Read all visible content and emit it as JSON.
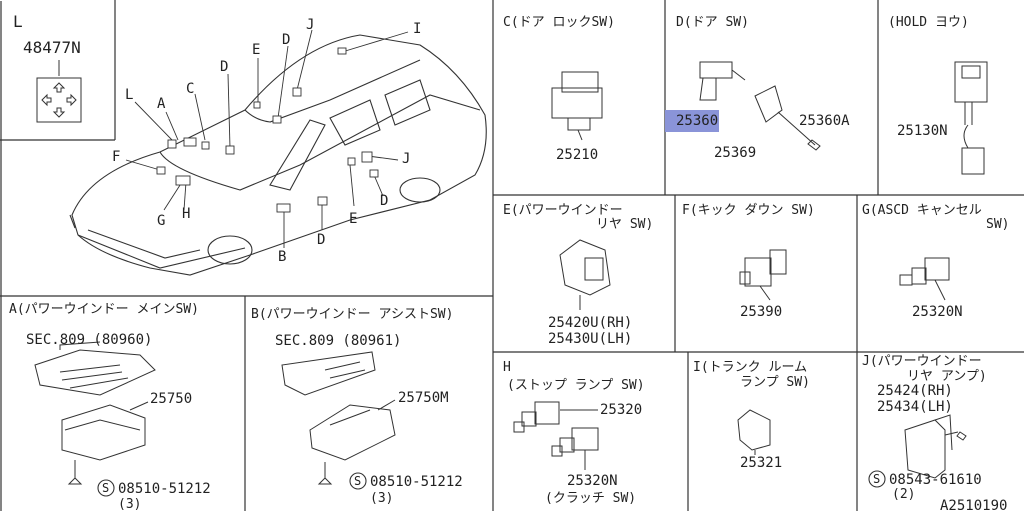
{
  "cells": {
    "L": {
      "letter": "L",
      "part": "48477N"
    },
    "A": {
      "title": "A(パワーウインドー メインSW)",
      "sec": "SEC.809 (80960)",
      "part": "25750",
      "screw": "08510-51212",
      "qty": "(3)"
    },
    "B": {
      "title": "B(パワーウインドー アシストSW)",
      "sec": "SEC.809 (80961)",
      "part": "25750M",
      "screw": "08510-51212",
      "qty": "(3)"
    },
    "C": {
      "title": "C(ドア ロックSW)",
      "part": "25210"
    },
    "D": {
      "title": "D(ドア SW)",
      "part_highlight": "25360",
      "part2": "25360A",
      "part3": "25369"
    },
    "HOLD": {
      "title": "(HOLD ヨウ)",
      "part": "25130N"
    },
    "E": {
      "title_line1": "E(パワーウインドー",
      "title_line2": "リヤ SW)",
      "part_rh": "25420U(RH)",
      "part_lh": "25430U(LH)"
    },
    "F": {
      "title": "F(キック ダウン SW)",
      "part": "25390"
    },
    "G": {
      "title_line1": "G(ASCD キャンセル",
      "title_line2": "SW)",
      "part": "25320N"
    },
    "H": {
      "letter": "H",
      "title": "(ストップ ランプ SW)",
      "part1": "25320",
      "part2": "25320N",
      "note": "(クラッチ SW)"
    },
    "I": {
      "title_line1": "I(トランク ルーム",
      "title_line2": "ランプ SW)",
      "part": "25321"
    },
    "J": {
      "title_line1": "J(パワーウインドー",
      "title_line2": "リヤ アンプ)",
      "part_rh": "25424(RH)",
      "part_lh": "25434(LH)",
      "screw": "08543-61610",
      "qty": "(2)"
    }
  },
  "car_callouts": [
    "L",
    "A",
    "C",
    "D",
    "E",
    "D",
    "J",
    "I",
    "F",
    "G",
    "H",
    "B",
    "D",
    "E",
    "D",
    "J"
  ],
  "diagram_code": "A2510190",
  "screw_symbol": "S"
}
